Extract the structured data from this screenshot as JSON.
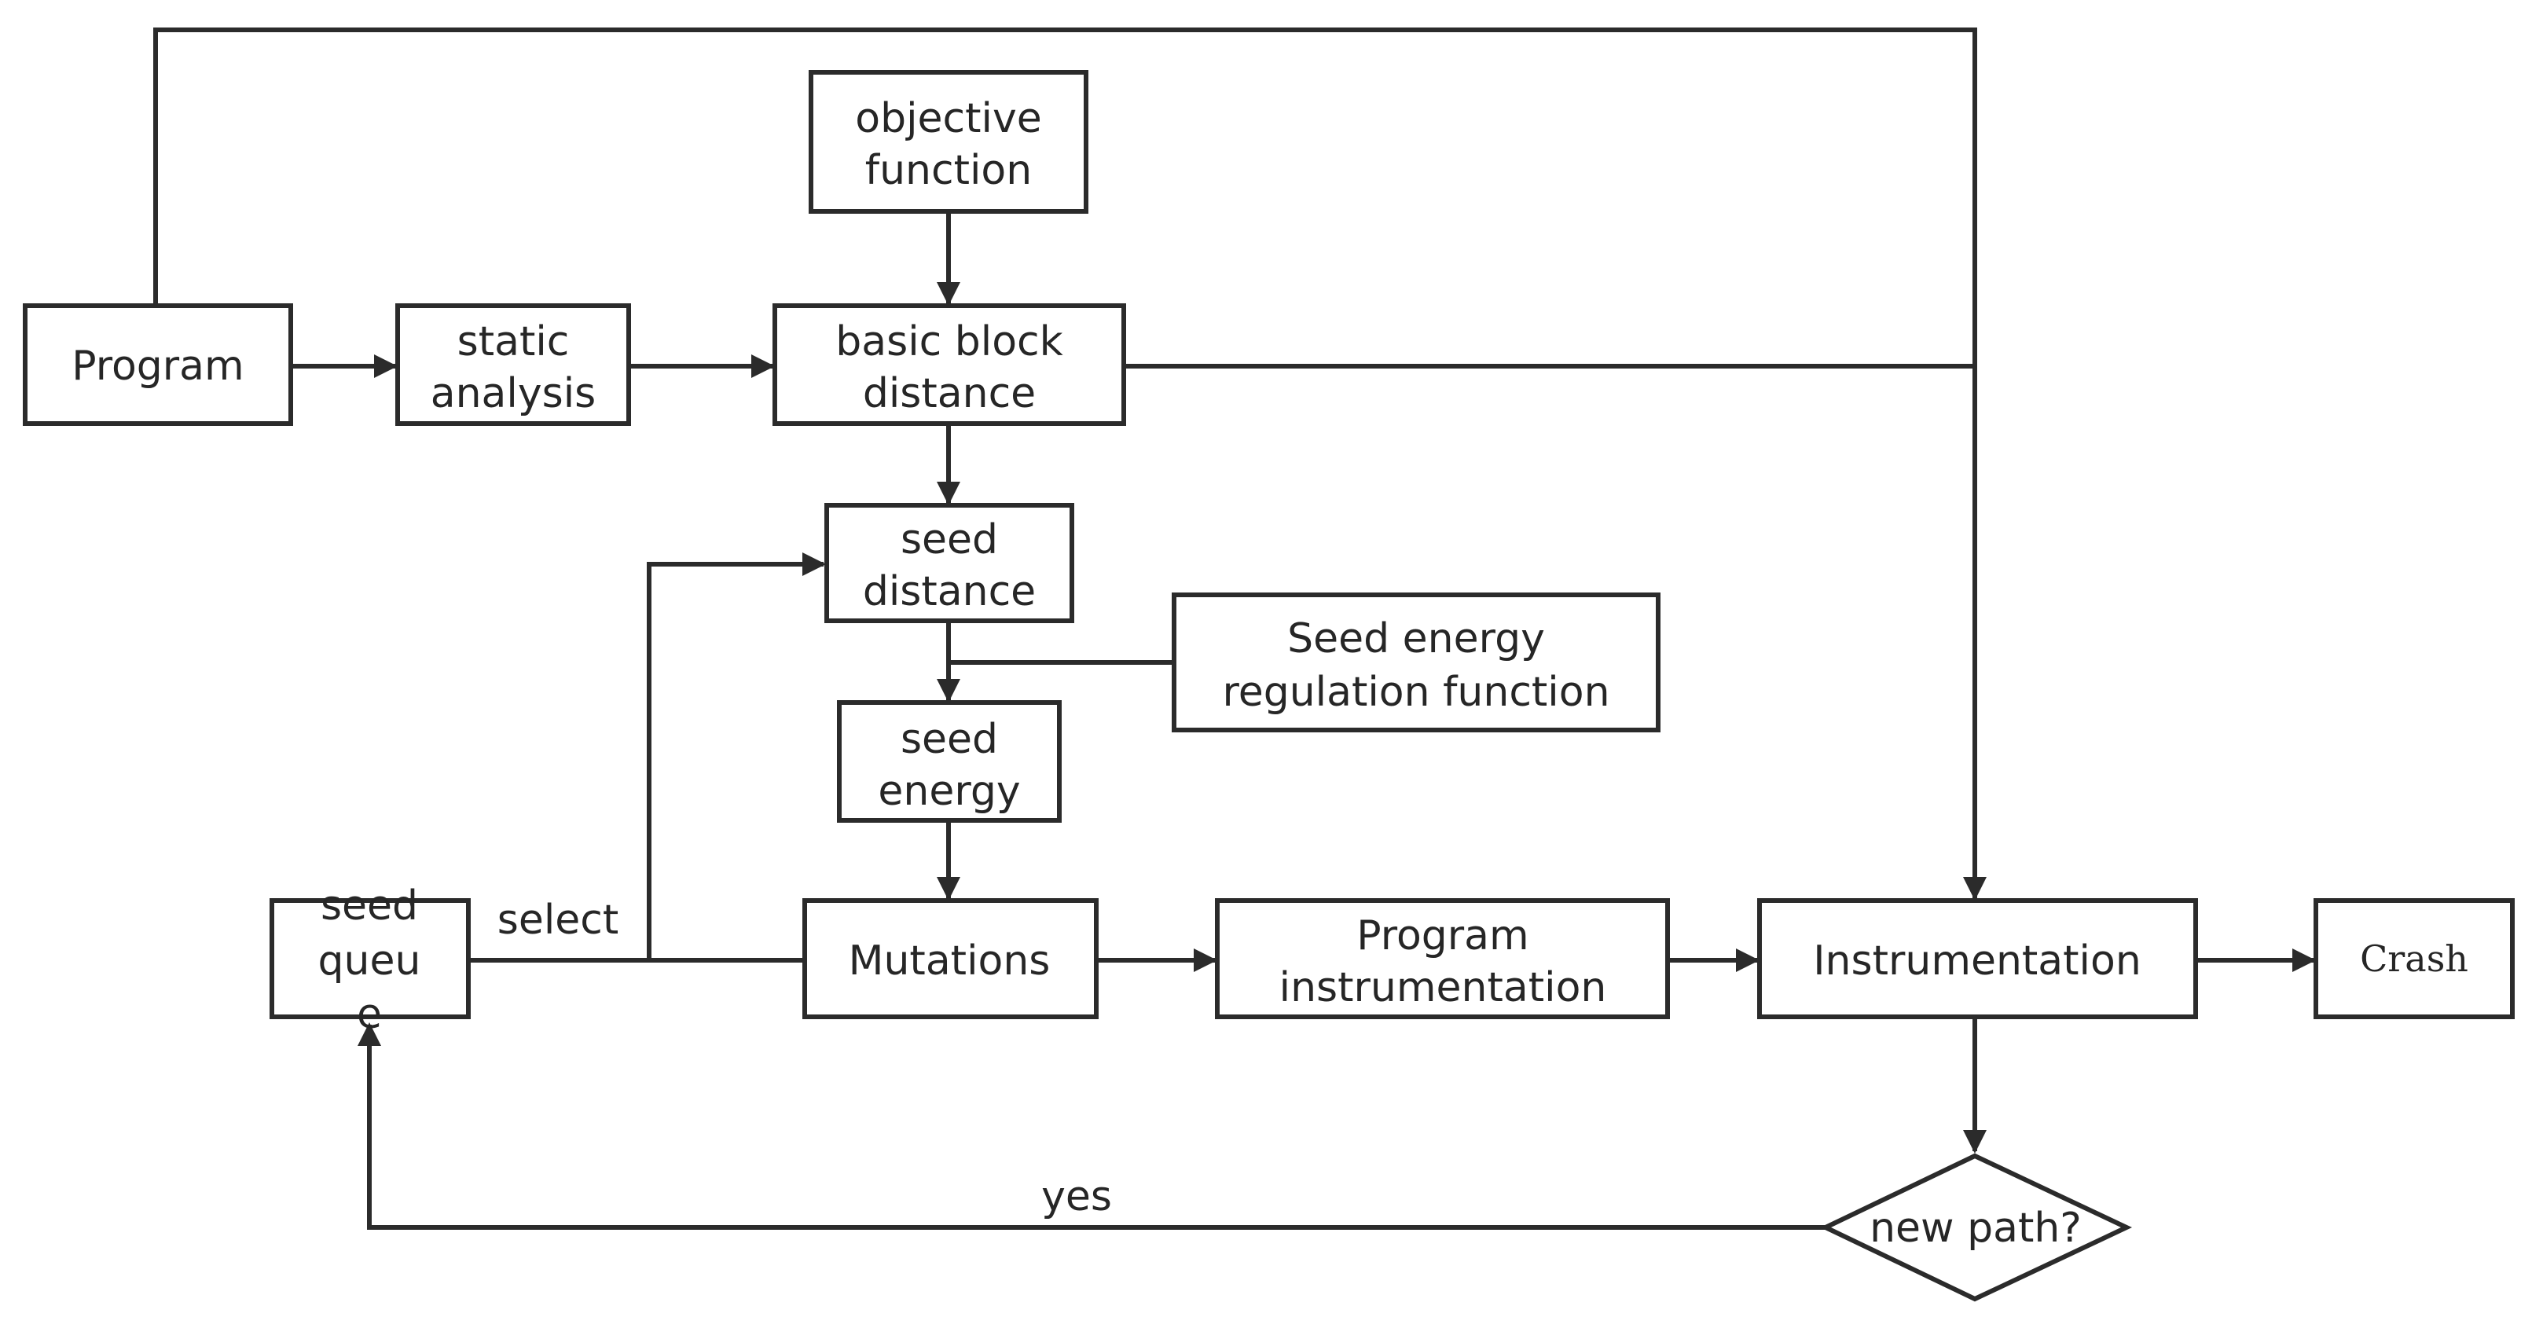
{
  "diagram": {
    "nodes": {
      "program": "Program",
      "static_analysis": [
        "static",
        "analysis"
      ],
      "objective_function": [
        "objective",
        "function"
      ],
      "basic_block_distance": [
        "basic block",
        "distance"
      ],
      "seed_distance": [
        "seed",
        "distance"
      ],
      "seed_energy_regulation": [
        "Seed energy",
        "regulation function"
      ],
      "seed_energy": [
        "seed",
        "energy"
      ],
      "seed_queue": [
        "seed",
        "queu",
        "e"
      ],
      "mutations": "Mutations",
      "program_instrumentation": [
        "Program",
        "instrumentation"
      ],
      "instrumentation": "Instrumentation",
      "crash": "Crash",
      "new_path": "new path?"
    },
    "edge_labels": {
      "select": "select",
      "yes": "yes"
    }
  }
}
